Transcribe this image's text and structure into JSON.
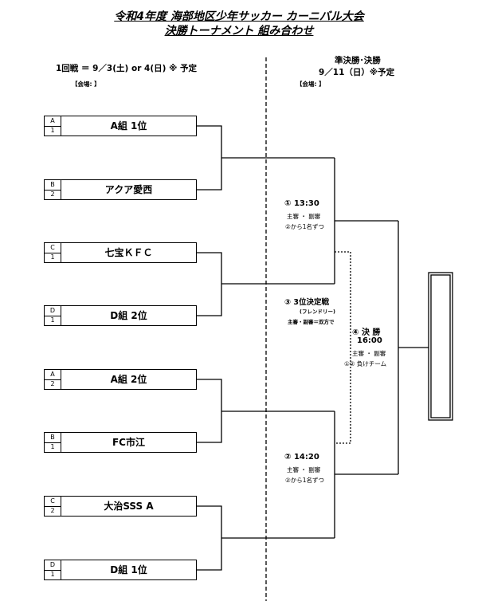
{
  "header": {
    "title_line1": "令和4年度  海部地区少年サッカー  カーニバル大会",
    "title_line2": "決勝トーナメント  組み合わせ",
    "round1_schedule": "1回戦  ＝  9／3(土)  or  4(日)  ※  予定",
    "round1_venue": "【会場:                         】",
    "semi_final_label": "準決勝･決勝",
    "semi_final_schedule": "9／11（日）※予定",
    "semi_final_venue": "【会場:                                         】"
  },
  "teams": [
    {
      "group": "A",
      "rank": "1",
      "name": "A組   1位"
    },
    {
      "group": "B",
      "rank": "2",
      "name": "アクア愛西"
    },
    {
      "group": "C",
      "rank": "1",
      "name": "七宝ＫＦＣ"
    },
    {
      "group": "D",
      "rank": "1",
      "name": "D組   2位"
    },
    {
      "group": "A",
      "rank": "2",
      "name": "A組   2位"
    },
    {
      "group": "B",
      "rank": "1",
      "name": "FC市江"
    },
    {
      "group": "C",
      "rank": "2",
      "name": "大治SSS   A"
    },
    {
      "group": "D",
      "rank": "1",
      "name": "D組   1位"
    }
  ],
  "matches": {
    "semi1": {
      "label": "①  13:30",
      "referee": "主審  ・  副審",
      "note": "②から1名ずつ"
    },
    "third": {
      "label": "③  3位決定戦",
      "sub": "(フレンドリー)",
      "referee": "主審・副審＝双方で"
    },
    "final": {
      "label": "④  決  勝",
      "time": "16:00",
      "referee": "主審  ・  副審",
      "note": "①②  負けチーム"
    },
    "semi2": {
      "label": "②  14:20",
      "referee": "主審  ・  副審",
      "note": "②から1名ずつ"
    }
  },
  "colors": {
    "line": "#000000",
    "background": "#ffffff"
  }
}
